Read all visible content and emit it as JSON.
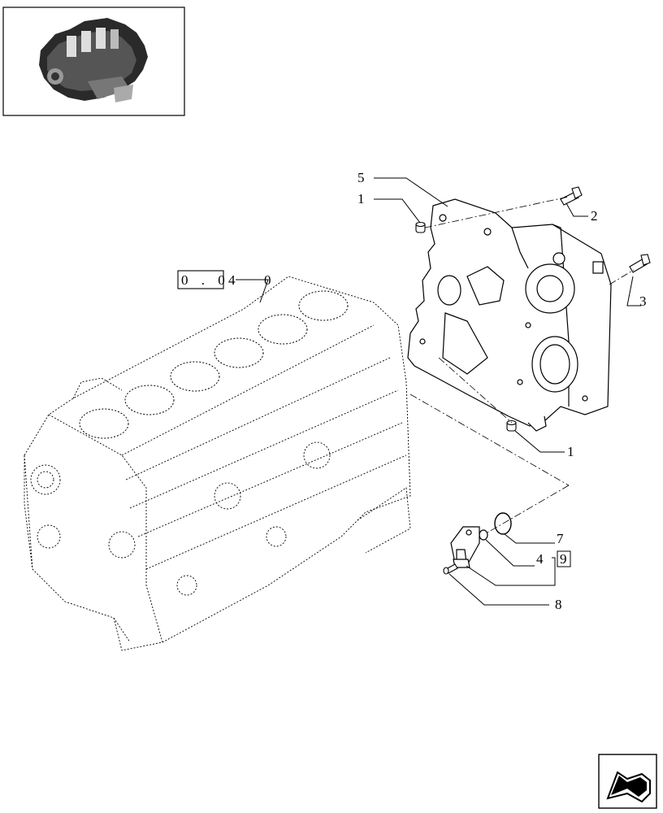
{
  "thumbnail": {
    "icon": "engine-thumbnail-icon"
  },
  "callouts": {
    "c5": "5",
    "c1_top": "1",
    "c2": "2",
    "c3": "3",
    "c1_bottom": "1",
    "c7": "7",
    "c4": "4",
    "c9": "9",
    "c8": "8"
  },
  "reference": {
    "boxed": "0 . 0",
    "suffix_a": "4",
    "suffix_b": "0"
  },
  "nav": {
    "icon": "next-page-arrow-icon"
  }
}
